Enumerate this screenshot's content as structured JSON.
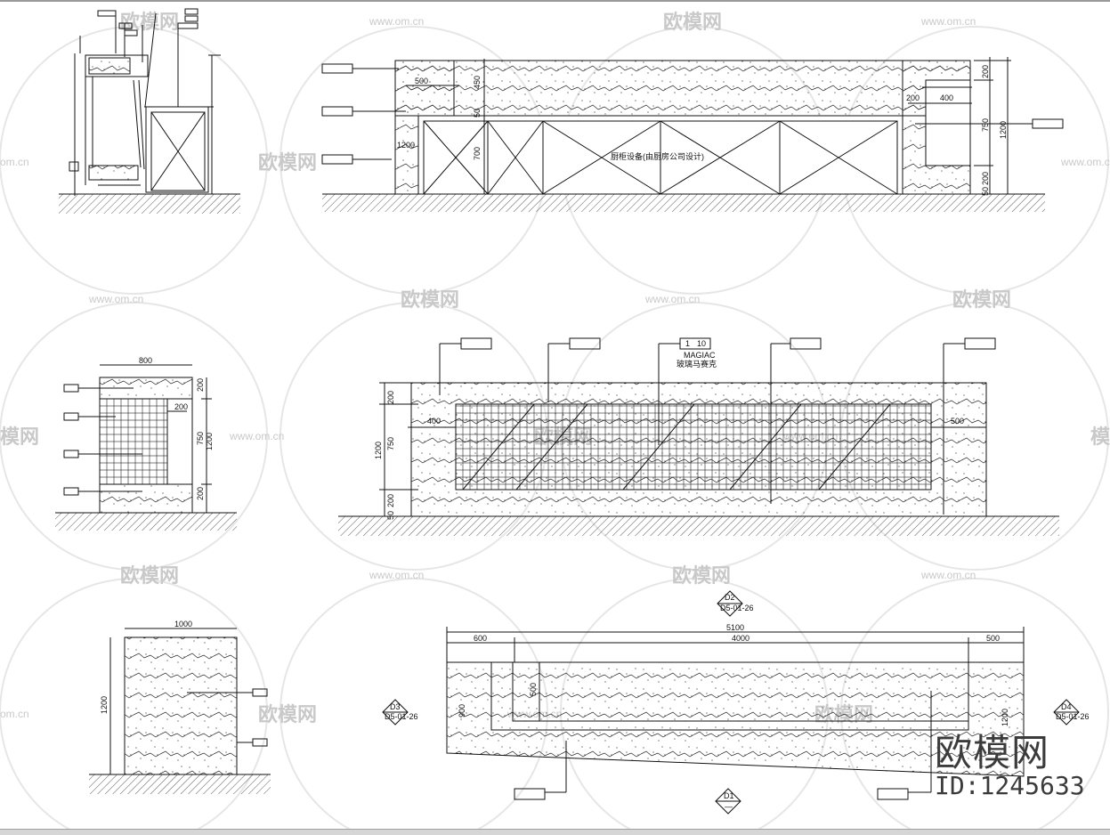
{
  "watermarks": {
    "brand": "欧模网",
    "url": "www.om.cn",
    "url_short": "om.cn",
    "brand_partial": "模网"
  },
  "brand_stamp": {
    "name": "欧模网",
    "id": "ID:1245633"
  },
  "drawings": {
    "top_elevation": {
      "equipment_note": "厨柜设备(由厨房公司设计)",
      "dims": {
        "d500": "500",
        "d450": "450",
        "d50": "50",
        "d1200_left": "1200",
        "d700": "700",
        "d200_top": "200",
        "d200_mid": "200",
        "d400": "400",
        "d750": "750",
        "d1200_right": "1200",
        "d200_bottom": "200",
        "d50_bottom": "50"
      }
    },
    "mid_side": {
      "width": "800",
      "d200": "200",
      "d200_inner": "200",
      "d750": "750",
      "d1200": "1200",
      "d200_bottom": "200"
    },
    "mid_elevation": {
      "callout_num": "1",
      "callout_scale": "10",
      "material_en": "MAGIAC",
      "material_cn": "玻璃马赛克",
      "d200_top": "200",
      "d400": "400",
      "d500": "500",
      "d750": "750",
      "d1200": "1200",
      "d200_bottom": "200",
      "d50": "50"
    },
    "bottom_side": {
      "width": "1000",
      "height": "1200"
    },
    "plan": {
      "total": "5100",
      "d600": "600",
      "d4000": "4000",
      "d500": "500",
      "d500_inner": "500",
      "d900": "900",
      "d1200": "1200",
      "marker_top_num": "D2",
      "marker_top_sheet": "D5-01-26",
      "marker_left_num": "D3",
      "marker_left_sheet": "D5-01-26",
      "marker_right_num": "D4",
      "marker_right_sheet": "D5-01-26",
      "marker_bottom_num": "D1",
      "marker_bottom_sheet": "—"
    }
  }
}
